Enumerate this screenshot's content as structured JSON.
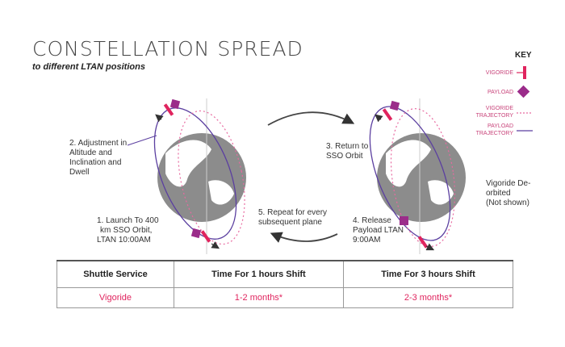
{
  "title": "CONSTELLATION SPREAD",
  "subtitle": "to different LTAN positions",
  "steps": {
    "s1": [
      "1. Launch To 400",
      "km SSO Orbit,",
      "LTAN 10:00AM"
    ],
    "s2": [
      "2. Adjustment in",
      "Altitude and",
      "Inclination and",
      "Dwell"
    ],
    "s3": [
      "3. Return to",
      "SSO Orbit"
    ],
    "s4": [
      "4. Release",
      "Payload LTAN",
      "9:00AM"
    ],
    "s5": [
      "5. Repeat for every",
      "subsequent plane"
    ],
    "deorbit": [
      "Vigoride De-",
      "orbited",
      "(Not shown)"
    ]
  },
  "key": {
    "title": "KEY",
    "vigoride": "VIGORIDE",
    "payload": "PAYLOAD",
    "vigoride_traj": [
      "VIGORIDE",
      "TRAJECTORY"
    ],
    "payload_traj": [
      "PAYLOAD",
      "TRAJECTORY"
    ]
  },
  "colors": {
    "vigoride": "#e0245e",
    "payload": "#9b2c8a",
    "payload_traj": "#5b3fa0",
    "vigoride_traj": "#e86aa0",
    "earth": "#8c8c8c"
  },
  "table": {
    "headers": [
      "Shuttle Service",
      "Time For 1 hours Shift",
      "Time For 3 hours Shift"
    ],
    "rows": [
      [
        "Vigoride",
        "1-2 months*",
        "2-3 months*"
      ]
    ]
  }
}
